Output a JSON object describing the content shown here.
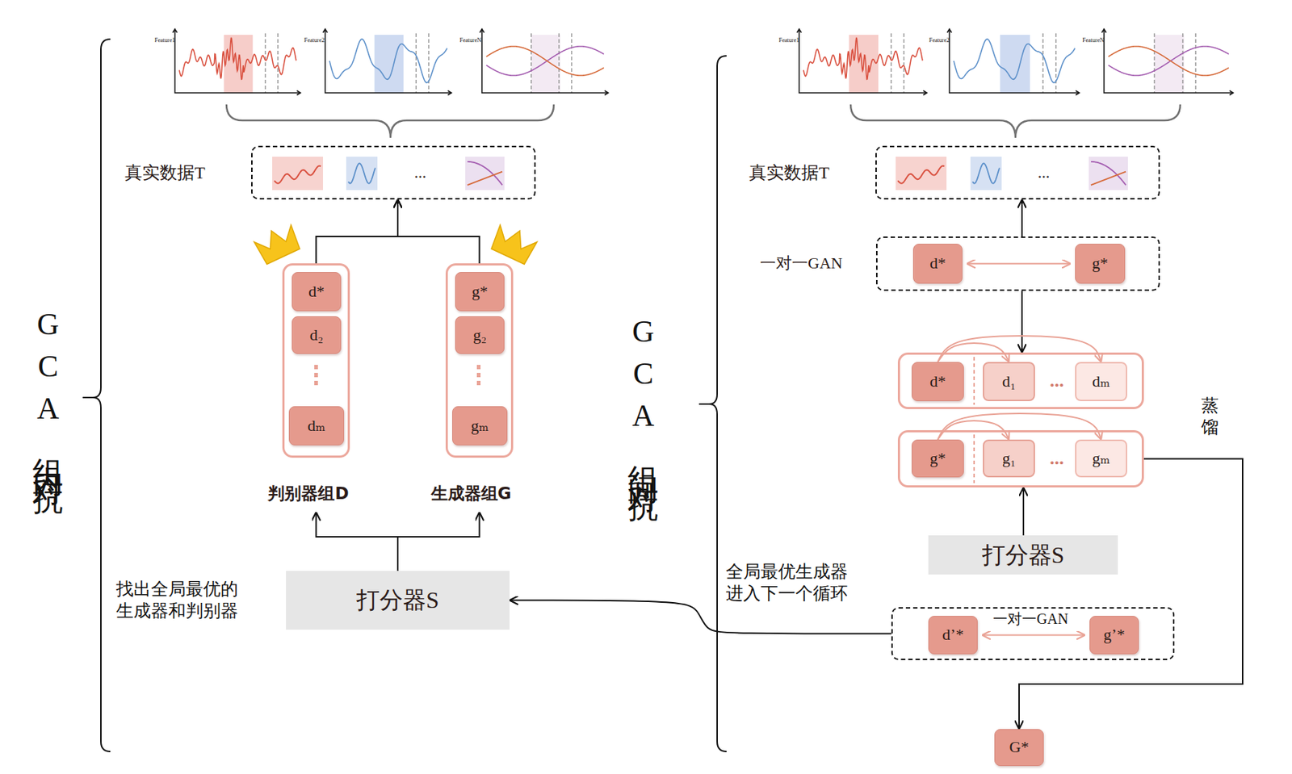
{
  "diagram": {
    "nodes": [
      {
        "text": [
          "真实数据T",
          "..."
        ]
      },
      {
        "text": [
          "判别器组D"
        ]
      },
      {
        "text": [
          "d*"
        ],
        "in": 1
      },
      {
        "text": [
          "d₂"
        ],
        "in": 1
      },
      {
        "text": [
          "dₘ"
        ],
        "in": 1
      },
      {
        "text": [
          "生成器组G"
        ]
      },
      {
        "text": [
          "g*"
        ],
        "in": 5
      },
      {
        "text": [
          "g₂"
        ],
        "in": 5
      },
      {
        "text": [
          "gₘ"
        ],
        "in": 5
      },
      {
        "text": [
          "打分器S"
        ]
      },
      {
        "text": [
          "真实数据T",
          "..."
        ]
      },
      {
        "text": [
          "一对一GAN"
        ]
      },
      {
        "text": [
          "d*"
        ],
        "in": 11
      },
      {
        "text": [
          "g*"
        ],
        "in": 11
      },
      {
        "text": [
          "..."
        ]
      },
      {
        "text": [
          "d*"
        ],
        "in": 14
      },
      {
        "text": [
          "d₁"
        ],
        "in": 14
      },
      {
        "text": [
          "dₘ"
        ],
        "in": 14
      },
      {
        "text": [
          "..."
        ]
      },
      {
        "text": [
          "g*"
        ],
        "in": 18
      },
      {
        "text": [
          "g₁"
        ],
        "in": 18
      },
      {
        "text": [
          "gₘ"
        ],
        "in": 18
      },
      {
        "text": [
          "打分器S"
        ]
      },
      {
        "text": []
      },
      {
        "text": [
          "d’*"
        ],
        "in": 23
      },
      {
        "text": [
          "g’*"
        ],
        "in": 23
      },
      {
        "text": [
          "G*"
        ]
      }
    ],
    "edges": [
      {
        "from": 1,
        "to": 0,
        "arrow": "to"
      },
      {
        "from": 5,
        "to": 0,
        "arrow": "to"
      },
      {
        "from": 9,
        "to": 1,
        "arrow": "to"
      },
      {
        "from": 9,
        "to": 5,
        "arrow": "to"
      },
      {
        "from": 11,
        "to": 10,
        "arrow": "to"
      },
      {
        "from": 12,
        "to": 13,
        "arrow": "both"
      },
      {
        "from": 11,
        "to": 14,
        "arrow": "to"
      },
      {
        "from": 15,
        "to": 16,
        "arrow": "to"
      },
      {
        "from": 15,
        "to": 17,
        "arrow": "to"
      },
      {
        "from": 19,
        "to": 20,
        "arrow": "to"
      },
      {
        "from": 19,
        "to": 21,
        "arrow": "to"
      },
      {
        "from": 22,
        "to": 18,
        "arrow": "to"
      },
      {
        "from": 18,
        "to": 26,
        "arrow": "to",
        "label": "蒸馏"
      },
      {
        "from": 24,
        "to": 25,
        "arrow": "both",
        "label": "一对一GAN"
      },
      {
        "from": 23,
        "to": 9,
        "arrow": "to",
        "label": "全局最优生成器 进入下一个循环"
      }
    ],
    "labels": [
      "GCA组内对抗",
      "Feature1",
      "Feature2",
      "FeatureN",
      "找出全局最优的 生成器和判别器",
      "GCA组间对抗",
      "Feature1",
      "Feature2",
      "FeatureN"
    ]
  }
}
